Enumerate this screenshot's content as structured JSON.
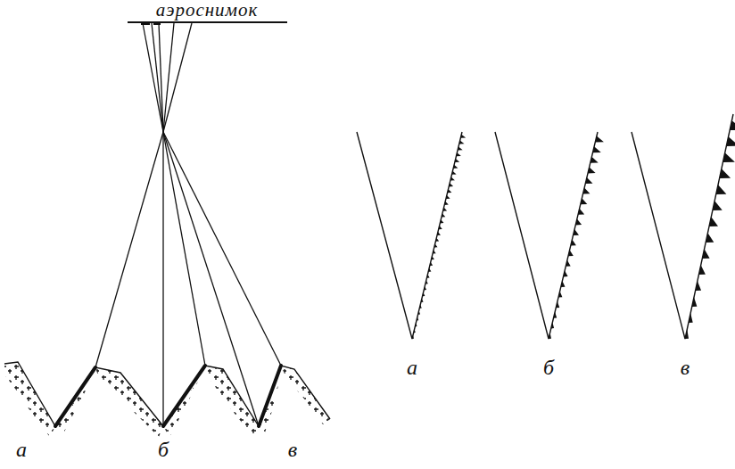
{
  "diagram": {
    "labels": [
      "аэроснимок",
      "а",
      "б",
      "в",
      "а",
      "б",
      "в"
    ]
  }
}
